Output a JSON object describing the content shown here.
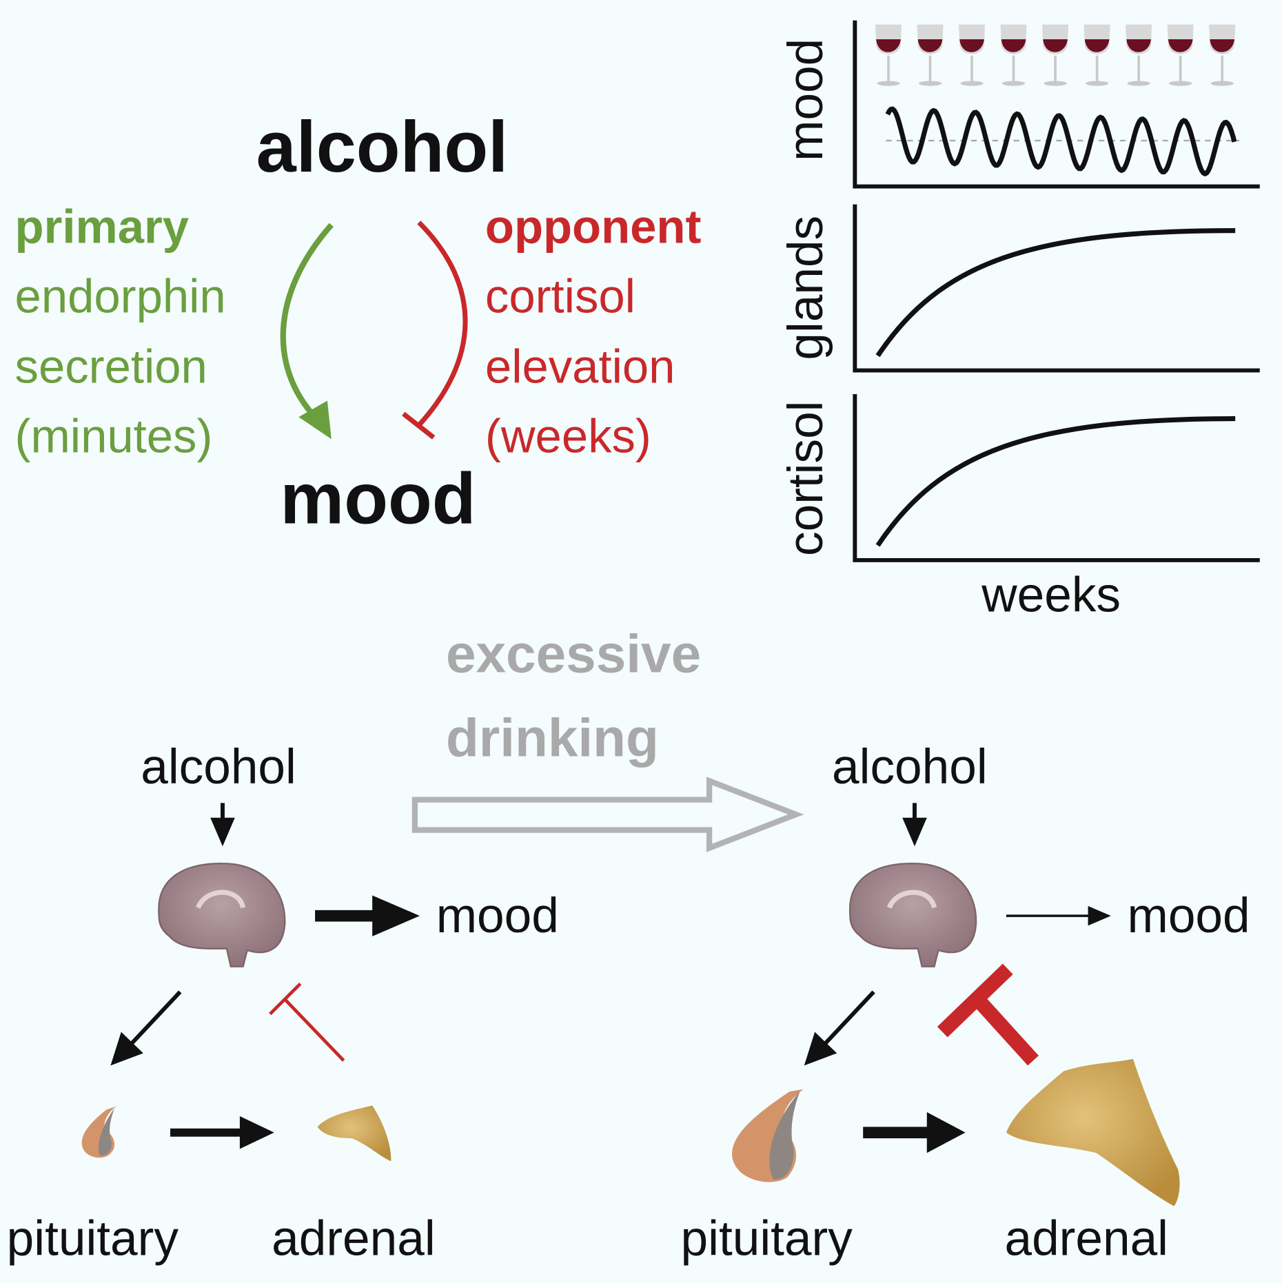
{
  "top": {
    "cause": "alcohol",
    "effect": "mood",
    "primary": {
      "title": "primary",
      "lines": [
        "endorphin",
        "secretion",
        "(minutes)"
      ],
      "color": "#6b9e3f"
    },
    "opponent": {
      "title": "opponent",
      "lines": [
        "cortisol",
        "elevation",
        "(weeks)"
      ],
      "color": "#c9282a"
    }
  },
  "charts": {
    "mood_label": "mood",
    "glands_label": "glands",
    "cortisol_label": "cortisol",
    "x_label": "weeks",
    "wine_glass_count": 9
  },
  "transition": {
    "line1": "excessive",
    "line2": "drinking"
  },
  "left_panel": {
    "alcohol": "alcohol",
    "mood": "mood",
    "pituitary": "pituitary",
    "adrenal": "adrenal"
  },
  "right_panel": {
    "alcohol": "alcohol",
    "mood": "mood",
    "pituitary": "pituitary",
    "adrenal": "adrenal"
  }
}
